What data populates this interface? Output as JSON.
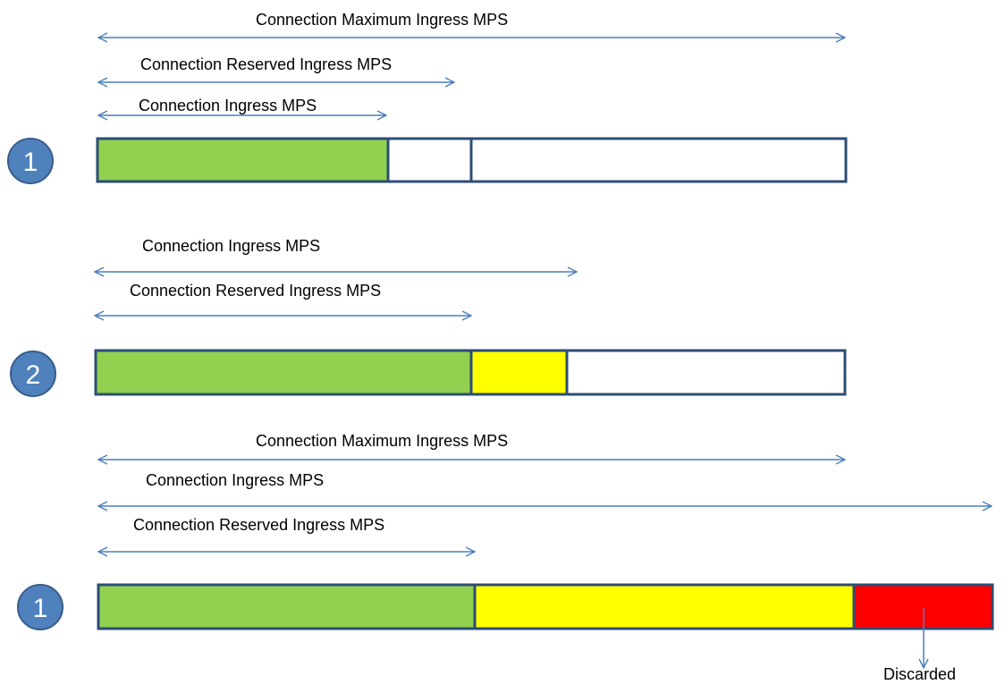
{
  "colors": {
    "arrow": "#4A7EBB",
    "bar_border": "#2C4D75",
    "circle_fill": "#4F81BD",
    "circle_stroke": "#385D8A",
    "green": "#92D050",
    "yellow": "#FFFF00",
    "red": "#FF0000",
    "white": "#FFFFFF"
  },
  "scenarios": [
    {
      "number": "1",
      "arrows": [
        {
          "label": "Connection Maximum Ingress MPS"
        },
        {
          "label": "Connection Reserved Ingress MPS"
        },
        {
          "label": "Connection Ingress MPS"
        }
      ],
      "segments": [
        {
          "color": "green"
        },
        {
          "color": "white"
        },
        {
          "color": "white"
        }
      ]
    },
    {
      "number": "2",
      "arrows": [
        {
          "label": "Connection Ingress MPS"
        },
        {
          "label": "Connection Reserved Ingress MPS"
        }
      ],
      "segments": [
        {
          "color": "green"
        },
        {
          "color": "yellow"
        },
        {
          "color": "white"
        }
      ]
    },
    {
      "number": "1",
      "arrows": [
        {
          "label": "Connection Maximum Ingress MPS"
        },
        {
          "label": "Connection Ingress MPS"
        },
        {
          "label": "Connection Reserved Ingress MPS"
        }
      ],
      "segments": [
        {
          "color": "green"
        },
        {
          "color": "yellow"
        },
        {
          "color": "red"
        }
      ],
      "discard_label": "Discarded"
    }
  ]
}
